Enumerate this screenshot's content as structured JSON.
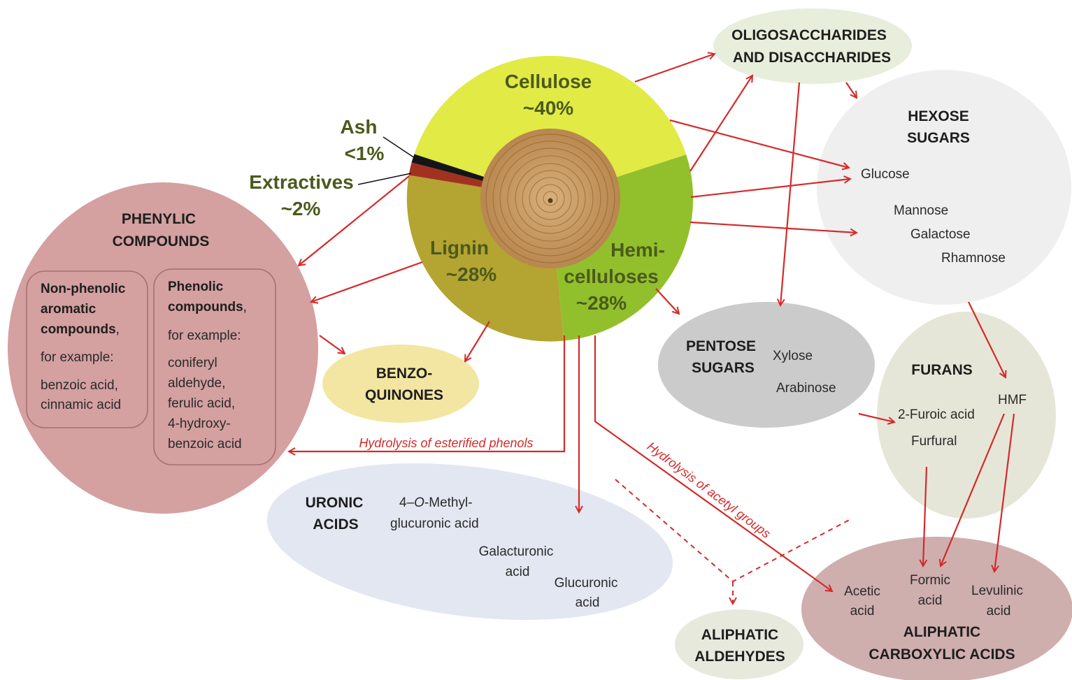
{
  "composition": {
    "cellulose": {
      "label": "Cellulose",
      "value": "~40%",
      "color": "#e2ea45"
    },
    "hemicelluloses": {
      "label1": "Hemi-",
      "label2": "celluloses",
      "value": "~28%",
      "color": "#92c02c"
    },
    "lignin": {
      "label": "Lignin",
      "value": "~28%",
      "color": "#b4a431"
    },
    "extractives": {
      "label": "Extractives",
      "value": "~2%",
      "color": "#a23220"
    },
    "ash": {
      "label": "Ash",
      "value": "<1%",
      "color": "#151515"
    }
  },
  "groups": {
    "phenylic": {
      "title1": "PHENYLIC",
      "title2": "COMPOUNDS",
      "nonphenolic": {
        "l1": "Non-phenolic",
        "l2": "aromatic",
        "l3": "compounds",
        "comma": ",",
        "l4": "for example:",
        "l5": "benzoic acid,",
        "l6": "cinnamic acid"
      },
      "phenolic": {
        "l1": "Phenolic",
        "l2": "compounds",
        "comma": ",",
        "l3": "for example:",
        "l4": "coniferyl",
        "l5": "aldehyde,",
        "l6": "ferulic acid,",
        "l7": "4-hydroxy-",
        "l8": "benzoic acid"
      }
    },
    "benzoquinones": {
      "l1": "BENZO-",
      "l2": "QUINONES"
    },
    "oligosaccharides": {
      "l1": "OLIGOSACCHARIDES",
      "l2": "AND DISACCHARIDES"
    },
    "hexose": {
      "title1": "HEXOSE",
      "title2": "SUGARS",
      "glucose": "Glucose",
      "mannose": "Mannose",
      "galactose": "Galactose",
      "rhamnose": "Rhamnose"
    },
    "pentose": {
      "title1": "PENTOSE",
      "title2": "SUGARS",
      "xylose": "Xylose",
      "arabinose": "Arabinose"
    },
    "furans": {
      "title": "FURANS",
      "hmf": "HMF",
      "furoic": "2-Furoic acid",
      "furfural": "Furfural"
    },
    "uronic": {
      "title1": "URONIC",
      "title2": "ACIDS",
      "m1a": "4–",
      "m1b": "O",
      "m1c": "-Methyl-",
      "m2": "glucuronic acid",
      "g1": "Galacturonic",
      "g2": "acid",
      "gl1": "Glucuronic",
      "gl2": "acid"
    },
    "aldehydes": {
      "l1": "ALIPHATIC",
      "l2": "ALDEHYDES"
    },
    "carboxylic": {
      "l1": "ALIPHATIC",
      "l2": "CARBOXYLIC ACIDS",
      "acetic1": "Acetic",
      "acetic2": "acid",
      "formic1": "Formic",
      "formic2": "acid",
      "levulinic1": "Levulinic",
      "levulinic2": "acid"
    }
  },
  "annotations": {
    "esterified": "Hydrolysis of esterified phenols",
    "acetyl": "Hydrolysis of acetyl groups"
  },
  "colors": {
    "arrow": "#d42a2a",
    "phenylic_fill": "#d4a0a0",
    "benzo_fill": "#f3e6a2",
    "oligo_fill": "#e7eedb",
    "hexose_fill": "#efefef",
    "pentose_fill": "#cbcbcb",
    "furans_fill": "#e6e6d8",
    "uronic_fill": "#e2e7f2",
    "aldehydes_fill": "#e6e9dc",
    "carboxylic_fill": "#cfaeae"
  }
}
